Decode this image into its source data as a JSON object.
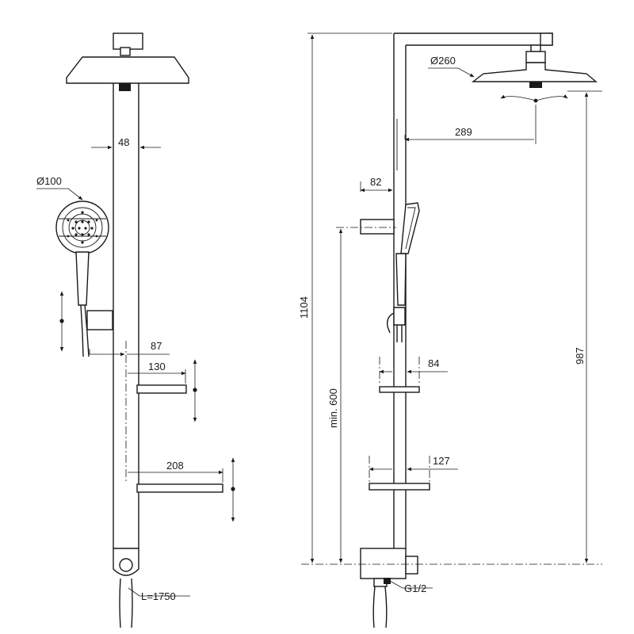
{
  "front_view": {
    "dim_pipe_width": "48",
    "dim_handshower_dia": "Ø100",
    "dim_bracket_offset": "87",
    "dim_small_shelf": "130",
    "dim_large_shelf": "208",
    "dim_hose_length": "L=1750"
  },
  "side_view": {
    "dim_head_dia": "Ø260",
    "dim_arm_reach": "289",
    "dim_holder_depth": "82",
    "dim_total_height": "1104",
    "dim_min_height": "min. 600",
    "dim_head_height": "987",
    "dim_shelf_small": "84",
    "dim_shelf_large": "127",
    "dim_inlet_thread": "G1/2"
  }
}
